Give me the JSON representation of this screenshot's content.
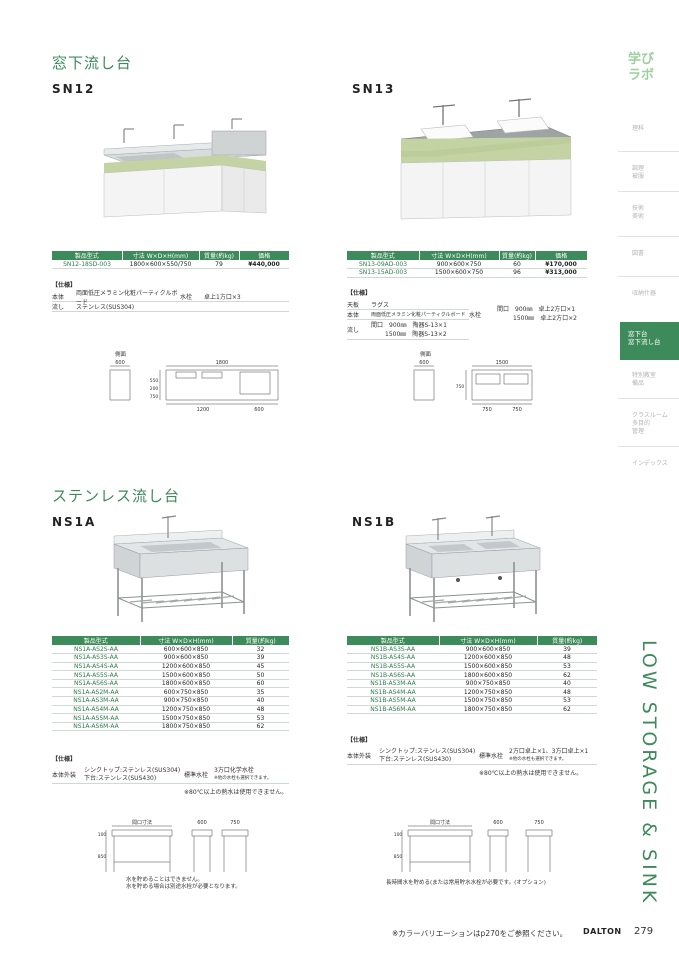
{
  "page": {
    "footer_note": "※カラーバリエーションはp270をご参照ください。",
    "brand": "DALTON",
    "page_number": "279"
  },
  "colors": {
    "green": "#3d8a5a",
    "active": "#3d8a5a"
  },
  "sidebar": {
    "logo": [
      "学び",
      "ラボ"
    ],
    "items": [
      {
        "label": "理科"
      },
      {
        "label": "調理\n被服"
      },
      {
        "label": "技術\n美術"
      },
      {
        "label": "図書"
      },
      {
        "label": "収納什器"
      },
      {
        "label": "窓下台\n窓下流し台",
        "active": true
      },
      {
        "label": "特別教室\n備品"
      },
      {
        "label": "クラスルーム\n多目的\n管理"
      },
      {
        "label": "インデックス"
      }
    ],
    "vertical_text": "LOW STORAGE & SINK"
  },
  "section1": {
    "title": "窓下流し台",
    "sn12": {
      "model": "SN12",
      "headers": [
        "製品型式",
        "寸法 W×D×H(mm)",
        "質量(約kg)",
        "価格"
      ],
      "rows": [
        [
          "SN12-18SD-003",
          "1800×600×550/750",
          "79",
          "¥440,000"
        ]
      ],
      "spec_title": "【仕様】",
      "spec": [
        {
          "label": "本体",
          "value": "両面低圧メラミン化粧パーティクルボード",
          "label2": "水栓",
          "value2": "卓上1方口×3"
        },
        {
          "label": "流し",
          "value": "ステンレス(SUS304)"
        }
      ],
      "drawing": {
        "side_label": "側面",
        "d600": "600",
        "w1800": "1800",
        "w1200": "1200",
        "w600": "600",
        "h550": "550",
        "h200": "200",
        "h750": "750"
      }
    },
    "sn13": {
      "model": "SN13",
      "headers": [
        "製品型式",
        "寸法 W×D×H(mm)",
        "質量(約kg)",
        "価格"
      ],
      "rows": [
        [
          "SN13-09AD-003",
          "900×600×750",
          "60",
          "¥170,000"
        ],
        [
          "SN13-15AD-003",
          "1500×600×750",
          "96",
          "¥313,000"
        ]
      ],
      "spec_title": "【仕様】",
      "spec": [
        {
          "label": "天板",
          "value": "ラグス"
        },
        {
          "label": "本体",
          "value": "両面低圧メラミン化粧パーティクルボード"
        },
        {
          "label": "流し",
          "value": "間口　900㎜　陶器S-13×1",
          "value_b": "1500㎜　陶器S-13×2"
        }
      ],
      "faucet": {
        "label": "水栓",
        "line1": "間口　900㎜　卓上2方口×1",
        "line2": "1500㎜　卓上2方口×2"
      },
      "drawing": {
        "side_label": "側面",
        "d600": "600",
        "w1500": "1500",
        "h750": "750",
        "w750a": "750",
        "w750b": "750"
      }
    }
  },
  "section2": {
    "title": "ステンレス流し台",
    "ns1a": {
      "model": "NS1A",
      "headers": [
        "製品型式",
        "寸法 W×D×H(mm)",
        "質量(約kg)"
      ],
      "rows": [
        [
          "NS1A-AS2S-AA",
          "600×600×850",
          "32"
        ],
        [
          "NS1A-AS3S-AA",
          "900×600×850",
          "39"
        ],
        [
          "NS1A-AS4S-AA",
          "1200×600×850",
          "45"
        ],
        [
          "NS1A-AS5S-AA",
          "1500×600×850",
          "50"
        ],
        [
          "NS1A-AS6S-AA",
          "1800×600×850",
          "60"
        ],
        [
          "NS1A-AS2M-AA",
          "600×750×850",
          "35"
        ],
        [
          "NS1A-AS3M-AA",
          "900×750×850",
          "40"
        ],
        [
          "NS1A-AS4M-AA",
          "1200×750×850",
          "48"
        ],
        [
          "NS1A-AS5M-AA",
          "1500×750×850",
          "53"
        ],
        [
          "NS1A-AS6M-AA",
          "1800×750×850",
          "62"
        ]
      ],
      "spec_title": "【仕様】",
      "body_label": "本体外装",
      "body_line1": "シンクトップ:ステンレス(SUS304)",
      "body_line2": "下台:ステンレス(SUS430)",
      "faucet_label": "標準水栓",
      "faucet_line1": "3方口化学水栓",
      "faucet_line2": "※他の水栓も選択できます。",
      "warning": "※80℃以上の熱水は使用できません。",
      "drawing": {
        "width_label": "間口寸法",
        "d600": "600",
        "d750": "750",
        "h850": "850",
        "h100": "100"
      },
      "notes": [
        "水を貯めることはできません。",
        "水を貯める場合は別途水栓が必要となります。"
      ]
    },
    "ns1b": {
      "model": "NS1B",
      "headers": [
        "製品型式",
        "寸法 W×D×H(mm)",
        "質量(約kg)"
      ],
      "rows": [
        [
          "NS1B-AS3S-AA",
          "900×600×850",
          "39"
        ],
        [
          "NS1B-AS4S-AA",
          "1200×600×850",
          "48"
        ],
        [
          "NS1B-AS5S-AA",
          "1500×600×850",
          "53"
        ],
        [
          "NS1B-AS6S-AA",
          "1800×600×850",
          "62"
        ],
        [
          "NS1B-AS3M-AA",
          "900×750×850",
          "40"
        ],
        [
          "NS1B-AS4M-AA",
          "1200×750×850",
          "48"
        ],
        [
          "NS1B-AS5M-AA",
          "1500×750×850",
          "53"
        ],
        [
          "NS1B-AS6M-AA",
          "1800×750×850",
          "62"
        ]
      ],
      "spec_title": "【仕様】",
      "body_label": "本体外装",
      "body_line1": "シンクトップ:ステンレス(SUS304)",
      "body_line2": "下台:ステンレス(SUS430)",
      "faucet_label": "標準水栓",
      "faucet_line1": "2方口卓上×1、3方口卓上×1",
      "faucet_line2": "※他の水栓も選択できます。",
      "warning": "※80℃以上の熱水は使用できません。",
      "drawing": {
        "width_label": "間口寸法",
        "d600": "600",
        "d750": "750",
        "h850": "850",
        "h100": "100"
      },
      "notes": [
        "長時間水を貯める(または常用貯水水栓が必要です。(オプション)"
      ]
    }
  }
}
